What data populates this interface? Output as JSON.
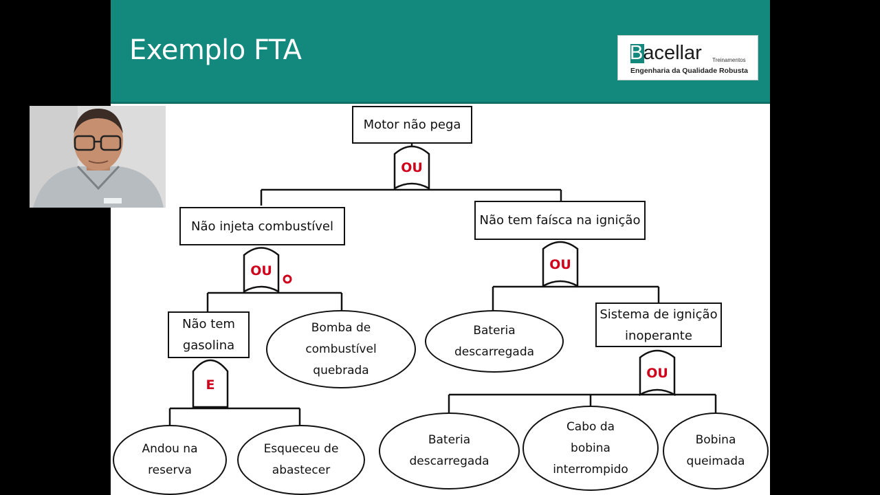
{
  "slide": {
    "title": "Exemplo FTA",
    "logo": {
      "letter": "B",
      "name_rest": "acellar",
      "tag": "Treinamentos",
      "subtitle": "Engenharia da Qualidade Robusta"
    },
    "header_color": "#13897d"
  },
  "presenter_video": {
    "description_icon": "presenter-webcam"
  },
  "fault_tree": {
    "top_event": "Motor não pega",
    "gate_top": "OU",
    "left_branch": {
      "event": "Não injeta combustível",
      "gate": "OU",
      "children": {
        "no_fuel": {
          "event": "Não tem\ngasolina",
          "gate": "E",
          "children": [
            "Andou na\nreserva",
            "Esqueceu de\nabastecer"
          ]
        },
        "pump": "Bomba de\ncombustível\nquebrada"
      }
    },
    "right_branch": {
      "event": "Não tem faísca na ignição",
      "gate": "OU",
      "children": {
        "battery": "Bateria\ndescarregada",
        "ignition": {
          "event": "Sistema de ignição\ninoperante",
          "gate": "OU",
          "children": [
            "Bateria\ndescarregada",
            "Cabo da\nbobina\ninterrompido",
            "Bobina\nqueimada"
          ]
        }
      }
    }
  },
  "colors": {
    "gate_text": "#d0021b",
    "laser_pointer": "#d0021b"
  }
}
